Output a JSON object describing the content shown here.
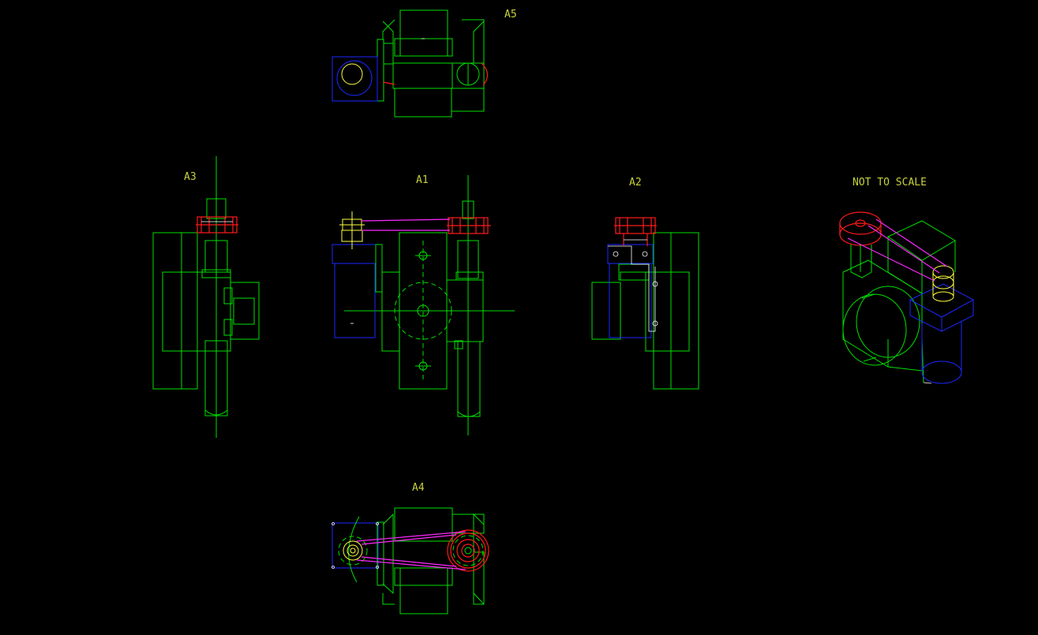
{
  "labels": {
    "a5": "A5",
    "a3": "A3",
    "a1": "A1",
    "a2": "A2",
    "note": "NOT TO SCALE",
    "a4": "A4"
  },
  "colors": {
    "background": "#000000",
    "outline": "#00e000",
    "motor": "#1c28ff",
    "pulley_large": "#ff1a1a",
    "pulley_small": "#ffff40",
    "belt": "#ff28ff",
    "label": "#c8d23a"
  }
}
